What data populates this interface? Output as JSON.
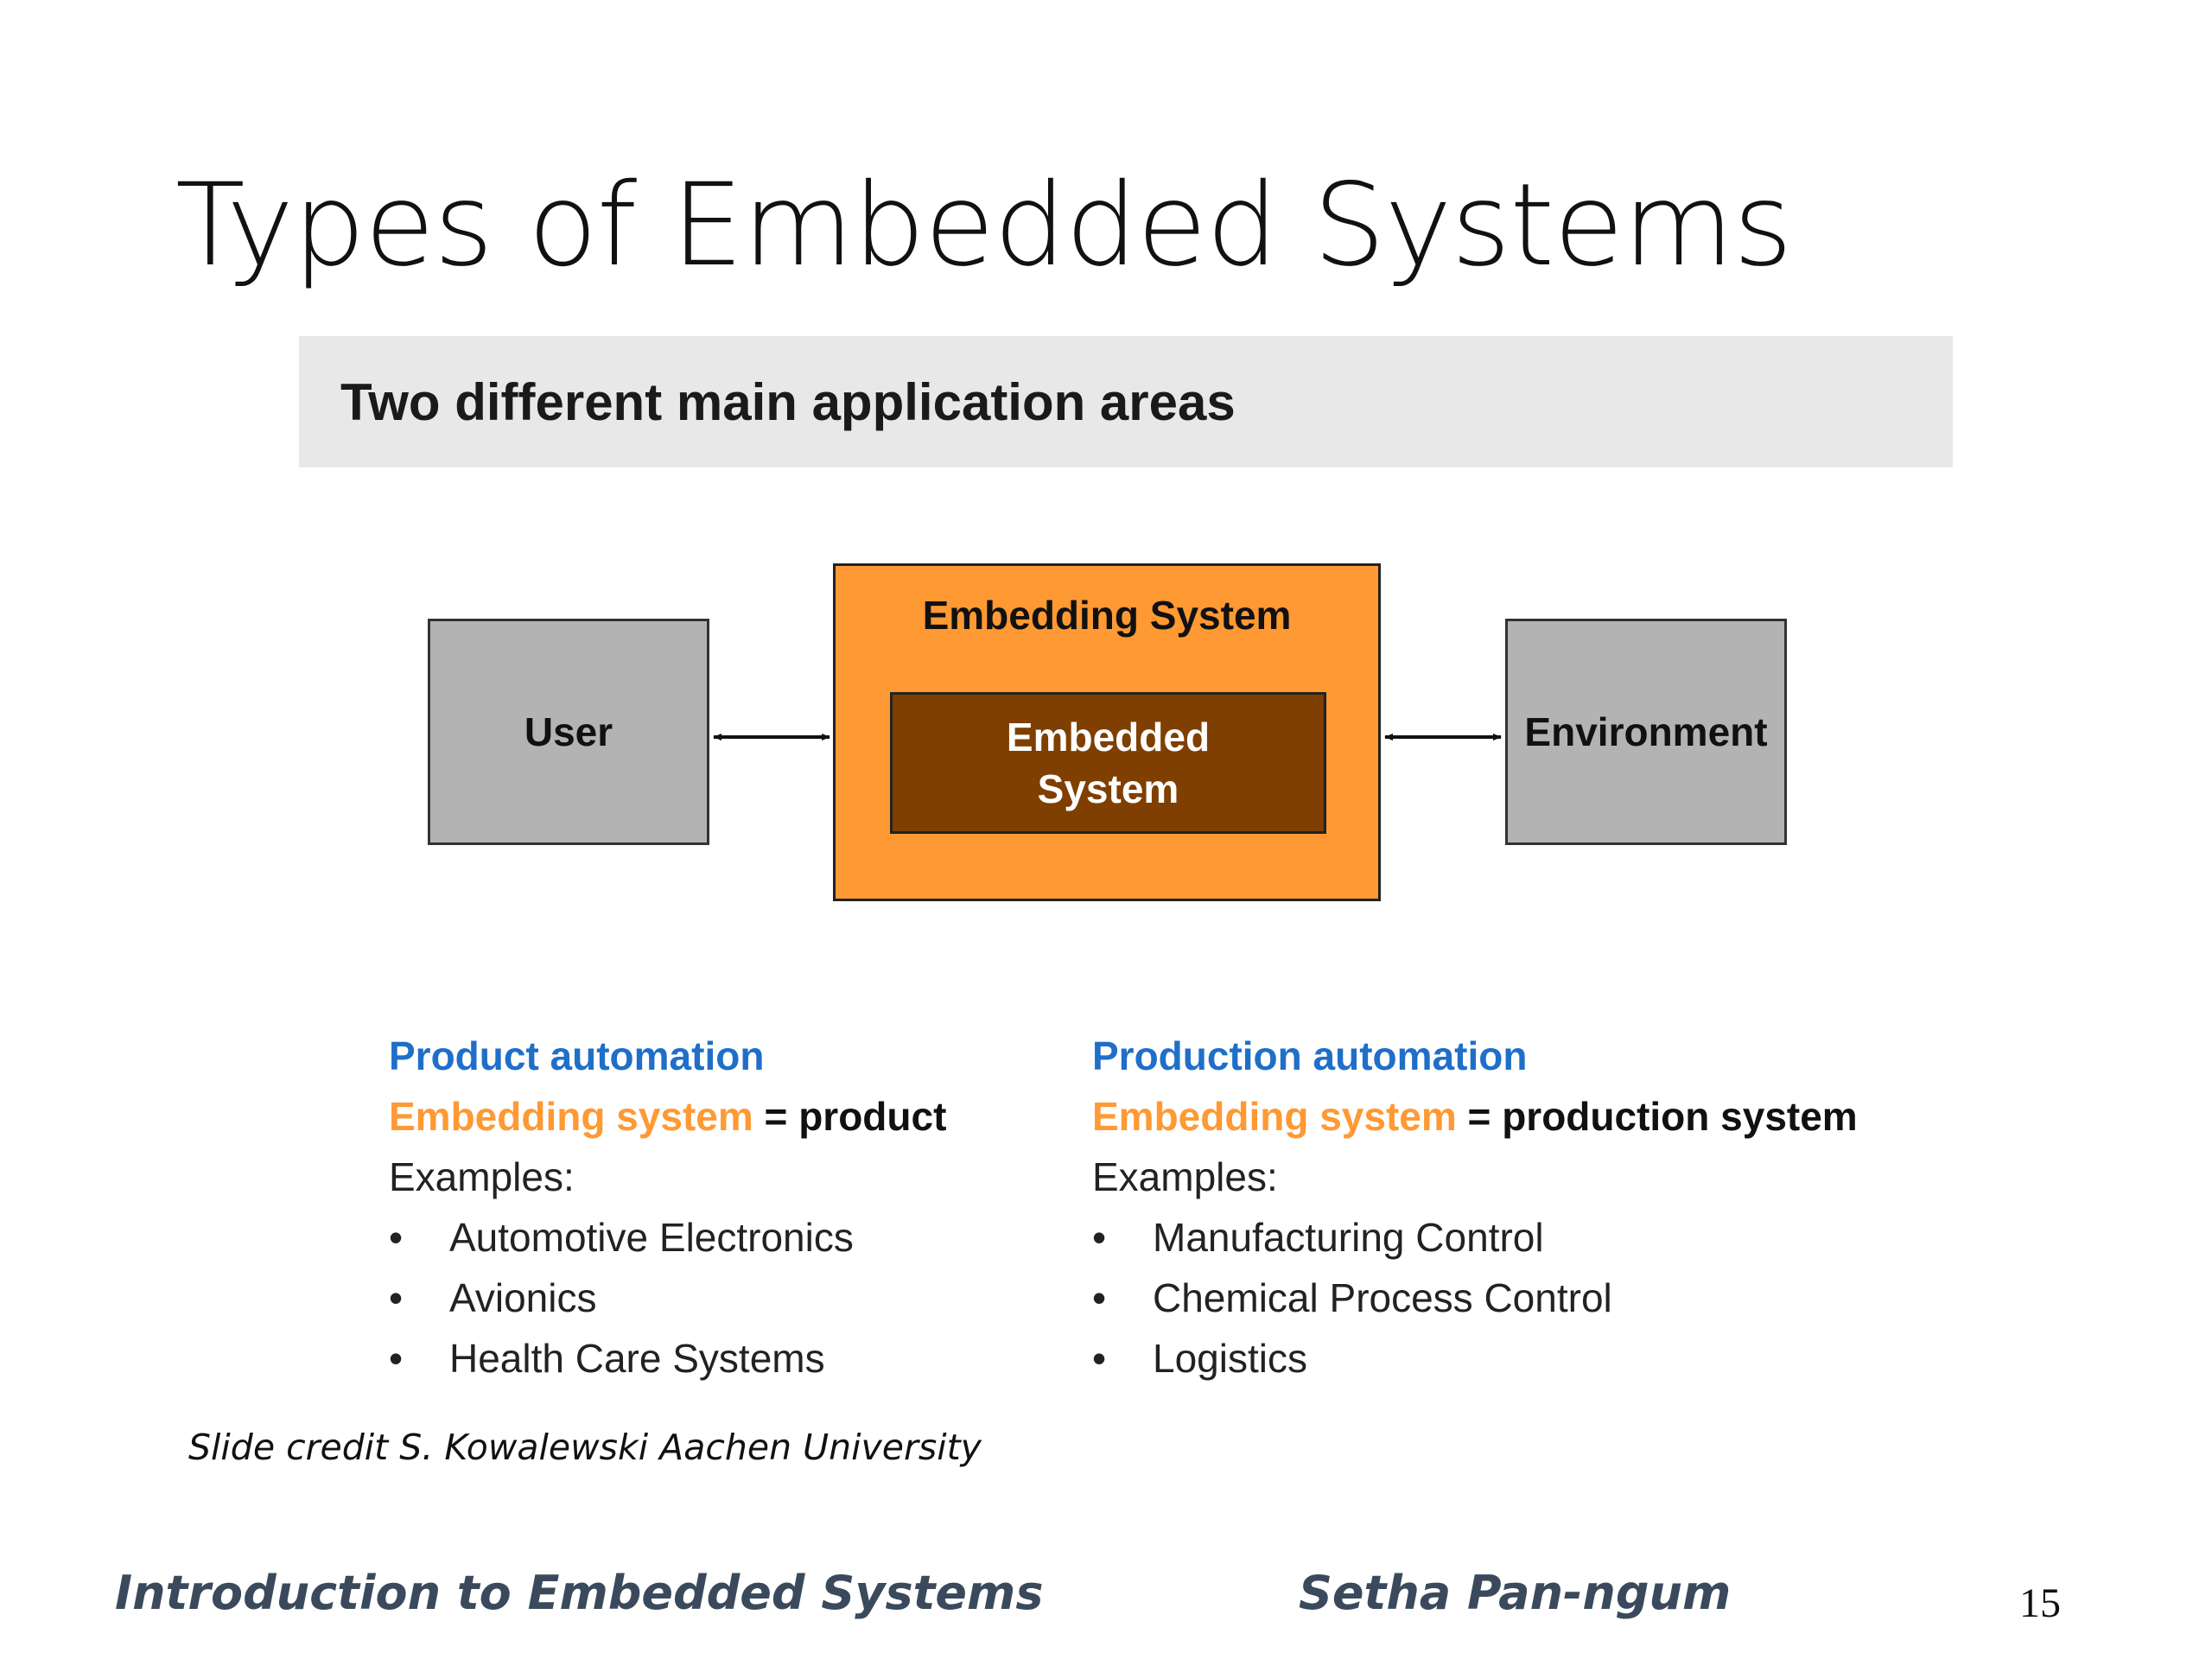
{
  "slide": {
    "title": "Types of Embedded Systems",
    "banner": "Two different main application areas"
  },
  "diagram": {
    "user": "User",
    "embedding_system": "Embedding System",
    "embedded_system_line1": "Embedded",
    "embedded_system_line2": "System",
    "environment": "Environment",
    "colors": {
      "grey_box": "#b3b3b3",
      "embedding": "#ff9933",
      "embedded": "#7f3f00"
    }
  },
  "left_column": {
    "heading": "Product automation",
    "definition_highlight": "Embedding system",
    "definition_rest": " = product",
    "examples_label": "Examples:",
    "examples": [
      "Automotive Electronics",
      "Avionics",
      "Health Care Systems"
    ]
  },
  "right_column": {
    "heading": "Production automation",
    "definition_highlight": "Embedding system",
    "definition_rest": " = production system",
    "examples_label": "Examples:",
    "examples": [
      "Manufacturing Control",
      "Chemical Process Control",
      "Logistics"
    ]
  },
  "credit": "Slide credit S. Kowalewski Aachen University",
  "footer": {
    "course": "Introduction to Embedded Systems",
    "author": "Setha Pan-ngum",
    "page_number": "15"
  },
  "colors": {
    "heading_blue": "#1f6fc9",
    "highlight_orange": "#ff9933",
    "banner_bg": "#e8e8e8"
  }
}
